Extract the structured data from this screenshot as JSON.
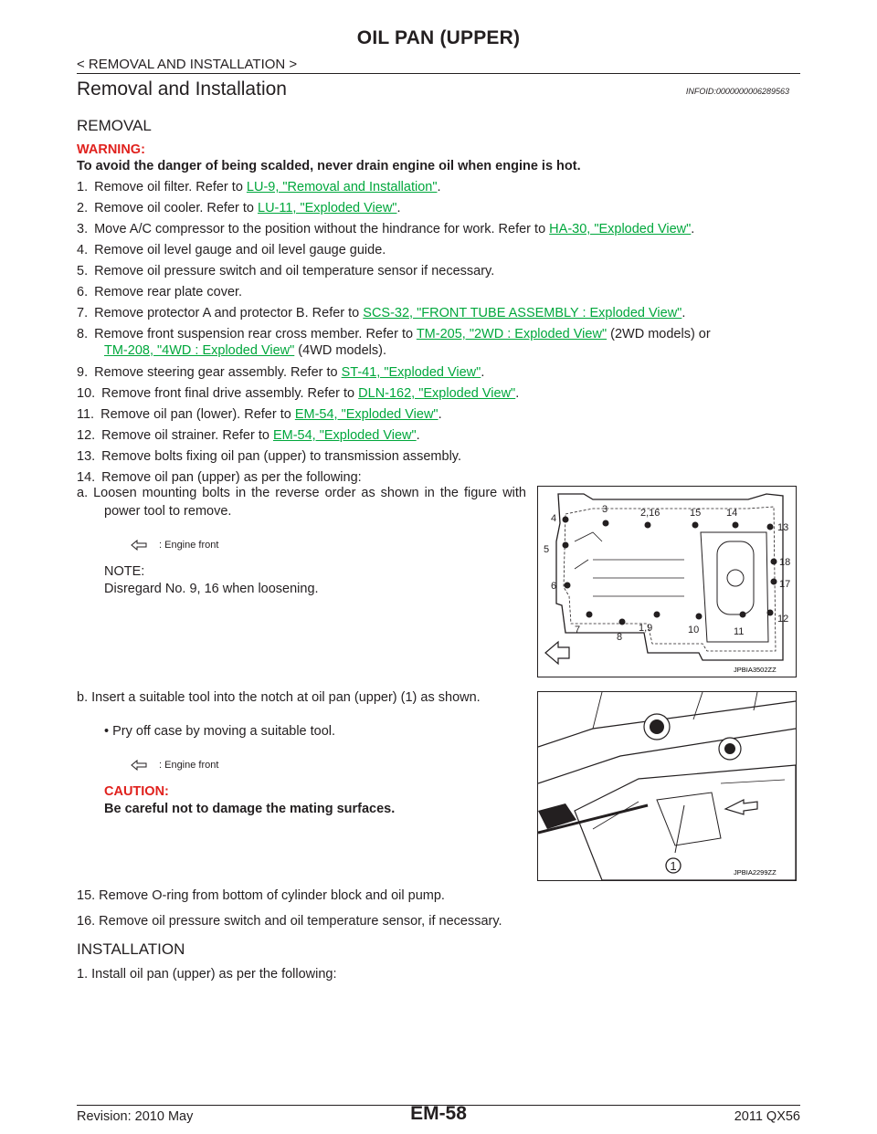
{
  "header": {
    "title": "OIL PAN (UPPER)",
    "breadcrumb": "< REMOVAL AND INSTALLATION >"
  },
  "section": {
    "title": "Removal and Installation",
    "info_id": "INFOID:0000000006289563"
  },
  "removal": {
    "heading": "REMOVAL",
    "warning_label": "WARNING:",
    "warning_text": "To avoid the danger of being scalded, never drain engine oil when engine is hot.",
    "steps": [
      {
        "num": "1.",
        "pre": "Remove oil filter. Refer to ",
        "link": "LU-9, \"Removal and Installation\"",
        "post": "."
      },
      {
        "num": "2.",
        "pre": "Remove oil cooler. Refer to ",
        "link": "LU-11, \"Exploded View\"",
        "post": "."
      },
      {
        "num": "3.",
        "pre": "Move A/C compressor to the position without the hindrance for work. Refer to ",
        "link": "HA-30, \"Exploded View\"",
        "post": "."
      },
      {
        "num": "4.",
        "pre": "Remove oil level gauge and oil level gauge guide.",
        "link": "",
        "post": ""
      },
      {
        "num": "5.",
        "pre": "Remove oil pressure switch and oil temperature sensor if necessary.",
        "link": "",
        "post": ""
      },
      {
        "num": "6.",
        "pre": "Remove rear plate cover.",
        "link": "",
        "post": ""
      },
      {
        "num": "7.",
        "pre": "Remove protector A and protector B. Refer to ",
        "link": "SCS-32, \"FRONT TUBE ASSEMBLY : Exploded View\"",
        "post": "."
      },
      {
        "num": "8.",
        "pre": "Remove front suspension rear cross member. Refer to ",
        "link": "TM-205, \"2WD : Exploded View\"",
        "post": " (2WD models) or"
      },
      {
        "num": "",
        "pre": "",
        "link": "TM-208, \"4WD : Exploded View\"",
        "post": " (4WD models)."
      },
      {
        "num": "9.",
        "pre": "Remove steering gear assembly. Refer to ",
        "link": "ST-41, \"Exploded View\"",
        "post": "."
      },
      {
        "num": "10.",
        "pre": "Remove front final drive assembly. Refer to ",
        "link": "DLN-162, \"Exploded View\"",
        "post": "."
      },
      {
        "num": "11.",
        "pre": "Remove oil pan (lower). Refer to ",
        "link": "EM-54, \"Exploded View\"",
        "post": "."
      },
      {
        "num": "12.",
        "pre": "Remove oil strainer. Refer to ",
        "link": "EM-54, \"Exploded View\"",
        "post": "."
      },
      {
        "num": "13.",
        "pre": "Remove bolts fixing oil pan (upper) to transmission assembly.",
        "link": "",
        "post": ""
      },
      {
        "num": "14.",
        "pre": "Remove oil pan (upper) as per the following:",
        "link": "",
        "post": ""
      }
    ],
    "sub_a": {
      "text": "a.  Loosen mounting bolts in the reverse order as shown in the figure with power tool to remove.",
      "legend": ": Engine front",
      "note_label": "NOTE:",
      "note_text": "Disregard No. 9, 16 when loosening.",
      "figure_code": "JPBIA3502ZZ",
      "bolt_labels": [
        "3",
        "2,16",
        "15",
        "14",
        "4",
        "13",
        "5",
        "18",
        "6",
        "17",
        "12",
        "7",
        "8",
        "1,9",
        "10",
        "11"
      ]
    },
    "sub_b": {
      "text": "b.  Insert a suitable tool into the notch at oil pan (upper) (1) as shown.",
      "bullet": "•  Pry off case by moving a suitable tool.",
      "legend": ": Engine front",
      "caution_label": "CAUTION:",
      "caution_text": "Be careful not to damage the mating surfaces.",
      "figure_code": "JPBIA2299ZZ",
      "callout": "1"
    },
    "steps_after": [
      "15.  Remove O-ring from bottom of cylinder block and oil pump.",
      "16.  Remove oil pressure switch and oil temperature sensor, if necessary."
    ]
  },
  "installation": {
    "heading": "INSTALLATION",
    "steps": [
      "1.  Install oil pan (upper) as per the following:"
    ]
  },
  "footer": {
    "revision": "Revision: 2010 May",
    "page": "EM-58",
    "model": "2011 QX56"
  },
  "colors": {
    "link": "#00a73c",
    "warning": "#e0211d",
    "text": "#231f20"
  }
}
